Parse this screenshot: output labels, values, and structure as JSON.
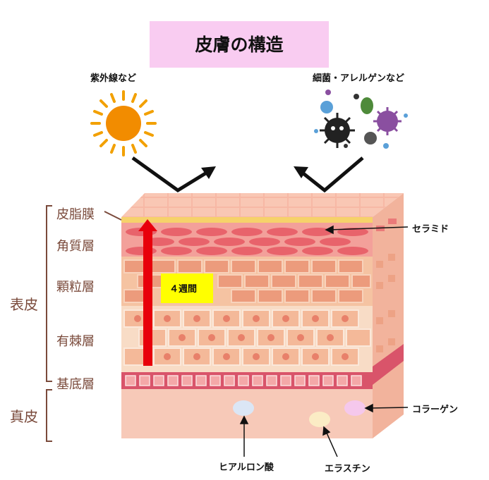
{
  "title": "皮膚の構造",
  "uv_label": "紫外線など",
  "germs_label": "細菌・アレルゲンなど",
  "layers": {
    "sebum": "皮脂膜",
    "corneum": "角質層",
    "granular": "顆粒層",
    "spinous": "有棘層",
    "basal": "基底層"
  },
  "regions": {
    "epidermis": "表皮",
    "dermis": "真皮"
  },
  "turnover": "４週間",
  "callouts": {
    "ceramide": "セラミド",
    "collagen": "コラーゲン",
    "hyaluronic": "ヒアルロン酸",
    "elastin": "エラスチン"
  },
  "colors": {
    "title_bg": "#f9ccf1",
    "sebum": "#f6d26a",
    "corneum": "#e8636b",
    "granular": "#f5c3a2",
    "spinous": "#f8dcc6",
    "basal": "#d9546a",
    "dermis": "#f7c9b8",
    "arrow": "#e8000b",
    "bracket": "#7a4a3b",
    "sun": "#f28c00"
  }
}
